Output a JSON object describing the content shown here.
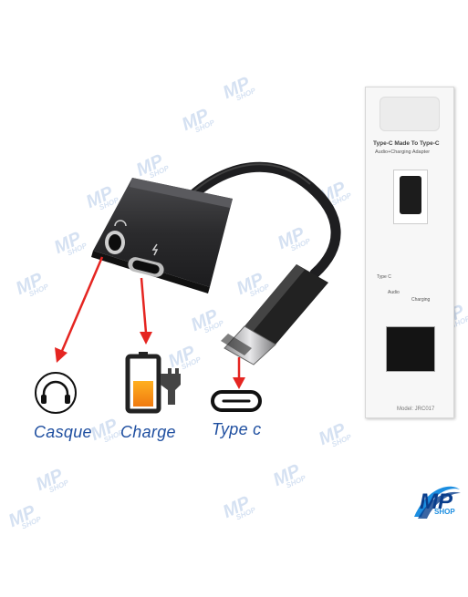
{
  "labels": {
    "casque": "Casque",
    "charge": "Charge",
    "type_c": "Type c"
  },
  "package": {
    "title": "Type-C Made To Type-C",
    "subtitle": "Audio+Charging Adapter",
    "model": "Model: JRC017",
    "diagram_label_left": "Type C",
    "diagram_label_audio": "Audio",
    "diagram_label_charging": "Charging"
  },
  "watermark": {
    "text": "MP",
    "sub": "SHOP"
  },
  "logo": {
    "text": "MP",
    "sub": "SHOP"
  },
  "colors": {
    "arrow": "#e52521",
    "label": "#1f4fa0",
    "adapter_body": "#2b2b2d",
    "watermark": "#c8d8ee"
  }
}
